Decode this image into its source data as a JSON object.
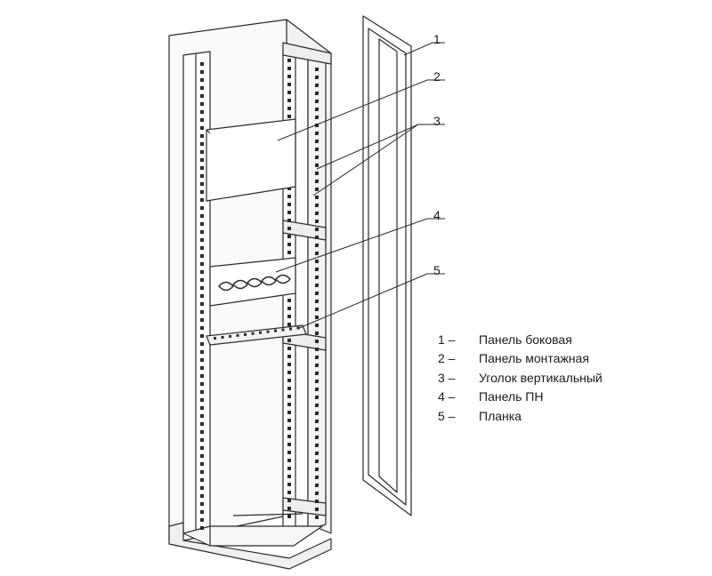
{
  "callouts": [
    "1",
    "2",
    "3",
    "4",
    "5"
  ],
  "legend": [
    {
      "num": "1 –",
      "text": "Панель боковая"
    },
    {
      "num": "2 –",
      "text": "Панель монтажная"
    },
    {
      "num": "3 –",
      "text": "Уголок вертикальный"
    },
    {
      "num": "4 –",
      "text": "Панель ПН"
    },
    {
      "num": "5 –",
      "text": "Планка"
    }
  ],
  "colors": {
    "line": "#2a2a2a",
    "fill": "#ffffff",
    "shade": "#e6e6e6"
  }
}
